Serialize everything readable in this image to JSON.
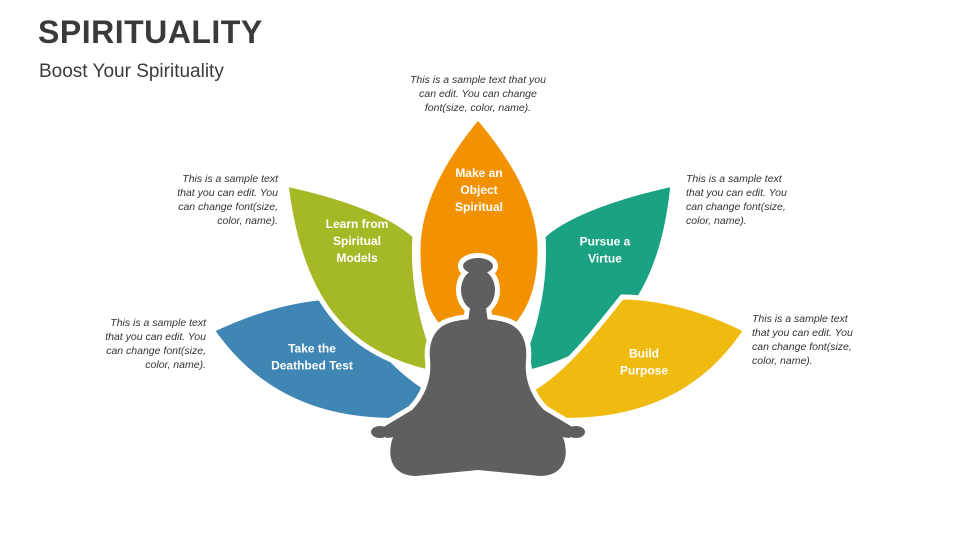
{
  "header": {
    "title": "SPIRITUALITY",
    "subtitle": "Boost Your Spirituality"
  },
  "petals": [
    {
      "label": [
        "Take the",
        "Deathbed Test"
      ],
      "color": "#3f86b5",
      "note": "This is a sample text\nthat you can edit. You\ncan change font(size,\ncolor, name)."
    },
    {
      "label": [
        "Learn from",
        "Spiritual",
        "Models"
      ],
      "color": "#a7b826",
      "note": "This is a sample text\nthat you can edit. You\ncan change font(size,\ncolor, name)."
    },
    {
      "label": [
        "Make an",
        "Object",
        "Spiritual"
      ],
      "color": "#f39200",
      "note": "This is a sample text that you\ncan edit. You can change\nfont(size, color, name)."
    },
    {
      "label": [
        "Pursue a",
        "Virtue"
      ],
      "color": "#1aa283",
      "note": "This is a sample text\nthat you can edit. You\ncan change font(size,\ncolor, name)."
    },
    {
      "label": [
        "Build",
        "Purpose"
      ],
      "color": "#f0bb10",
      "note": "This is a sample text\nthat you can edit. You\ncan change font(size,\ncolor, name)."
    }
  ],
  "figure": {
    "color": "#5f5f5f",
    "icon": "meditation-figure-icon"
  }
}
